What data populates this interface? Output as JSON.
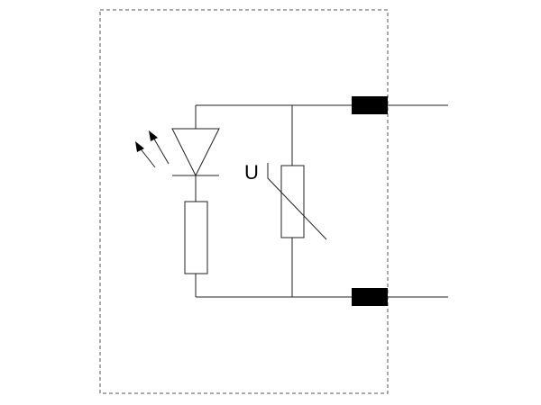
{
  "diagram": {
    "type": "circuit-schematic",
    "components": [
      {
        "name": "led",
        "icon": "led-symbol"
      },
      {
        "name": "series-resistor",
        "icon": "resistor-symbol"
      },
      {
        "name": "varistor",
        "icon": "varistor-symbol"
      },
      {
        "name": "terminal-top",
        "icon": "terminal-block"
      },
      {
        "name": "terminal-bottom",
        "icon": "terminal-block"
      }
    ],
    "varistor_label": "U",
    "colors": {
      "line": "#222222",
      "terminal": "#000000",
      "boundary": "#555555",
      "background": "#ffffff"
    }
  }
}
